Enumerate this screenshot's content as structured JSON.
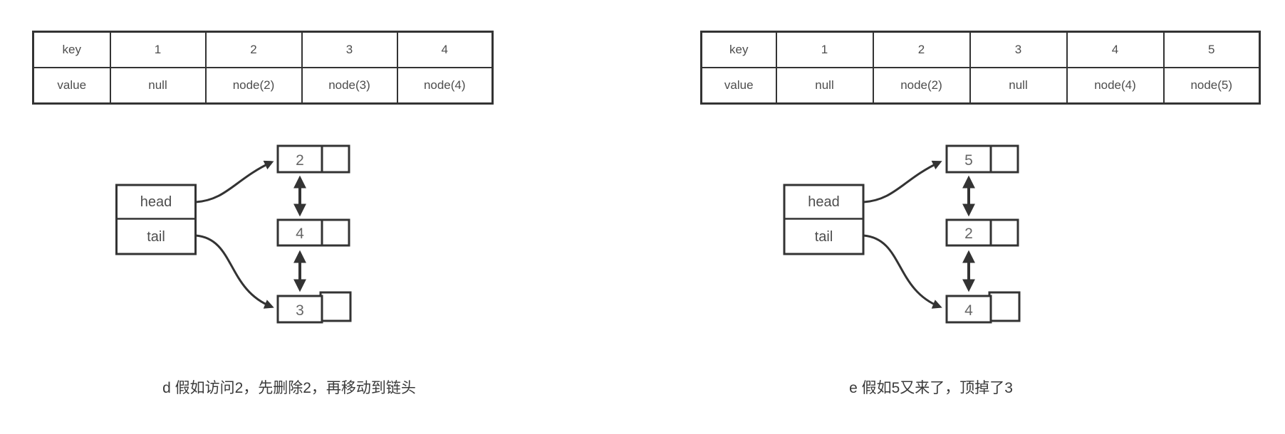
{
  "colors": {
    "line": "#333333",
    "table_text": "#4d4d4d",
    "node_text": "#666666",
    "caption_text": "#3a3a3a",
    "background": "#ffffff"
  },
  "panels": [
    {
      "caption": "d 假如访问2，先删除2，再移动到链头",
      "table": {
        "key_row": {
          "header": "key",
          "cells": [
            "1",
            "2",
            "3",
            "4"
          ]
        },
        "value_row": {
          "header": "value",
          "cells": [
            "null",
            "node(2)",
            "node(3)",
            "node(4)"
          ]
        }
      },
      "pointer_box": {
        "head": "head",
        "tail": "tail"
      },
      "list_nodes": [
        "2",
        "4",
        "3"
      ]
    },
    {
      "caption": "e 假如5又来了，顶掉了3",
      "table": {
        "key_row": {
          "header": "key",
          "cells": [
            "1",
            "2",
            "3",
            "4",
            "5"
          ]
        },
        "value_row": {
          "header": "value",
          "cells": [
            "null",
            "node(2)",
            "null",
            "node(4)",
            "node(5)"
          ]
        }
      },
      "pointer_box": {
        "head": "head",
        "tail": "tail"
      },
      "list_nodes": [
        "5",
        "2",
        "4"
      ]
    }
  ]
}
